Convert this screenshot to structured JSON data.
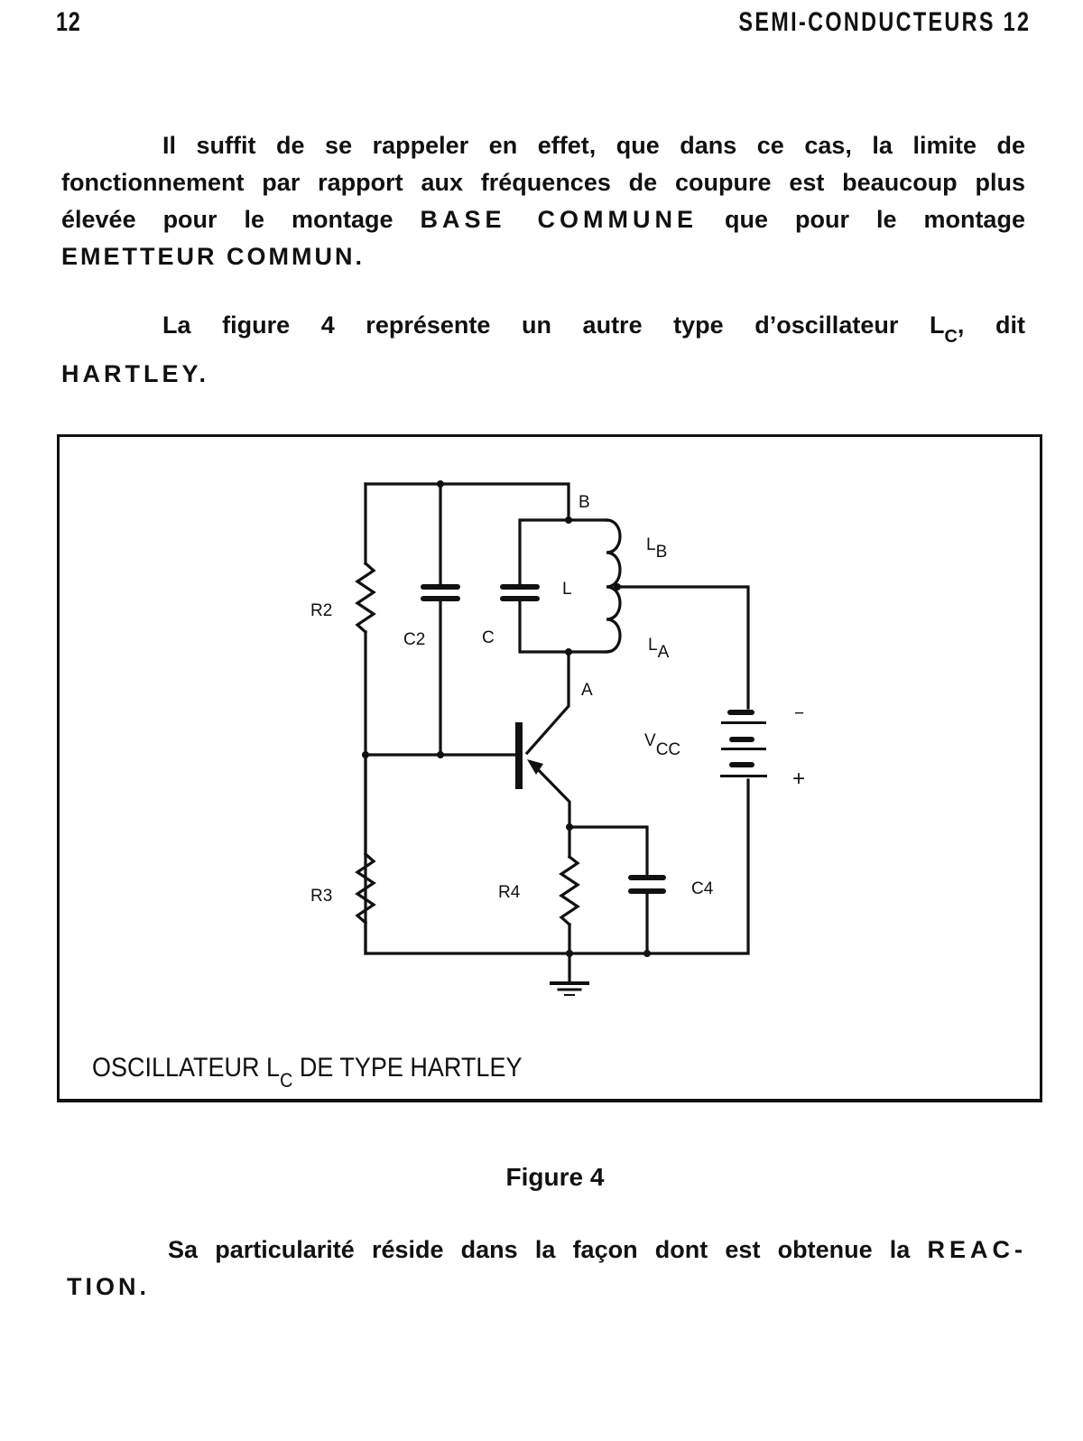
{
  "header": {
    "page_number": "12",
    "running_title": "SEMI-CONDUCTEURS 12"
  },
  "paragraph1": {
    "line1": "Il suffit de se rappeler en effet, que dans ce cas, la limite de",
    "line2": "fonctionnement par rapport aux fréquences de coupure est beaucoup plus",
    "line3_a": "élevée pour le montage",
    "line3_b": "BASE COMMUNE",
    "line3_c": "que pour le montage",
    "line4": "EMETTEUR COMMUN."
  },
  "paragraph2": {
    "line1_a": "La figure 4 représente un autre type d’oscillateur",
    "line1_l": "L",
    "line1_sub": "C",
    "line1_b": ", dit",
    "line2": "HARTLEY."
  },
  "figure": {
    "title_a": "OSCILLATEUR L",
    "title_sub": "C",
    "title_b": "DE TYPE HARTLEY",
    "components": {
      "r2": "R2",
      "r3": "R3",
      "r4": "R4",
      "c2": "C2",
      "c": "C",
      "c4": "C4",
      "l": "L",
      "lb": "L",
      "lb_sub": "B",
      "la": "L",
      "la_sub": "A",
      "node_b": "B",
      "node_a": "A",
      "vcc": "V",
      "vcc_sub": "CC",
      "minus": "−",
      "plus": "+"
    },
    "caption": "Figure 4"
  },
  "paragraph3": {
    "line1_a": "Sa particularité réside dans la façon dont est obtenue la",
    "line1_b": "REAC-",
    "line2": "TION."
  }
}
